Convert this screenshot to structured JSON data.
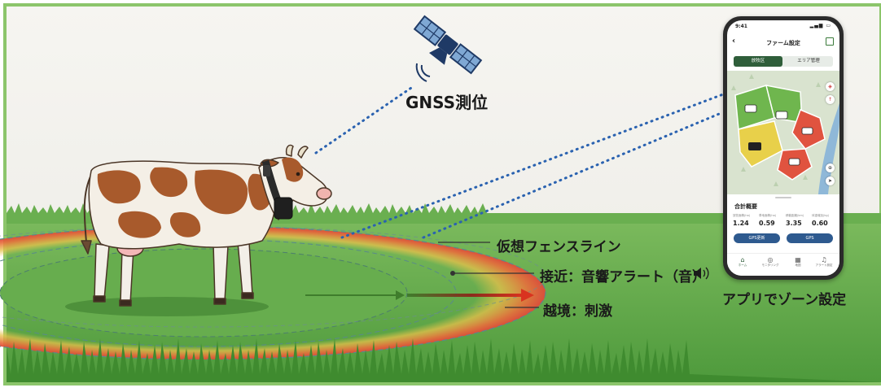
{
  "labels": {
    "gnss": "GNSS測位",
    "fence": "仮想フェンスライン",
    "approach": "接近：音響アラート（音）",
    "cross": "越境：刺激",
    "app": "アプリでゾーン設定"
  },
  "phone": {
    "time": "9:41",
    "title": "ファーム設定",
    "tabs": [
      "放牧区",
      "エリア管理"
    ],
    "summary_title": "合計概要",
    "stats": [
      {
        "label": "放牧面積(ha)",
        "value": "1.24"
      },
      {
        "label": "草地面積(ha)",
        "value": "0.59"
      },
      {
        "label": "移動距離(km)",
        "value": "3.35"
      },
      {
        "label": "体重増加(kg)",
        "value": "0.60"
      }
    ],
    "buttons": [
      "GPS更新",
      "GPS"
    ],
    "nav": [
      "ホーム",
      "モニタリング",
      "地図",
      "アラート設定"
    ]
  },
  "colors": {
    "frame": "#8cc56b",
    "grass": "#63a84c",
    "sky": "#f2f1ec",
    "zone_green": "#6fb64e",
    "zone_yellow": "#e8d04a",
    "zone_red": "#e0533f",
    "dots": "#2a62b0",
    "button": "#2e5a8f"
  }
}
